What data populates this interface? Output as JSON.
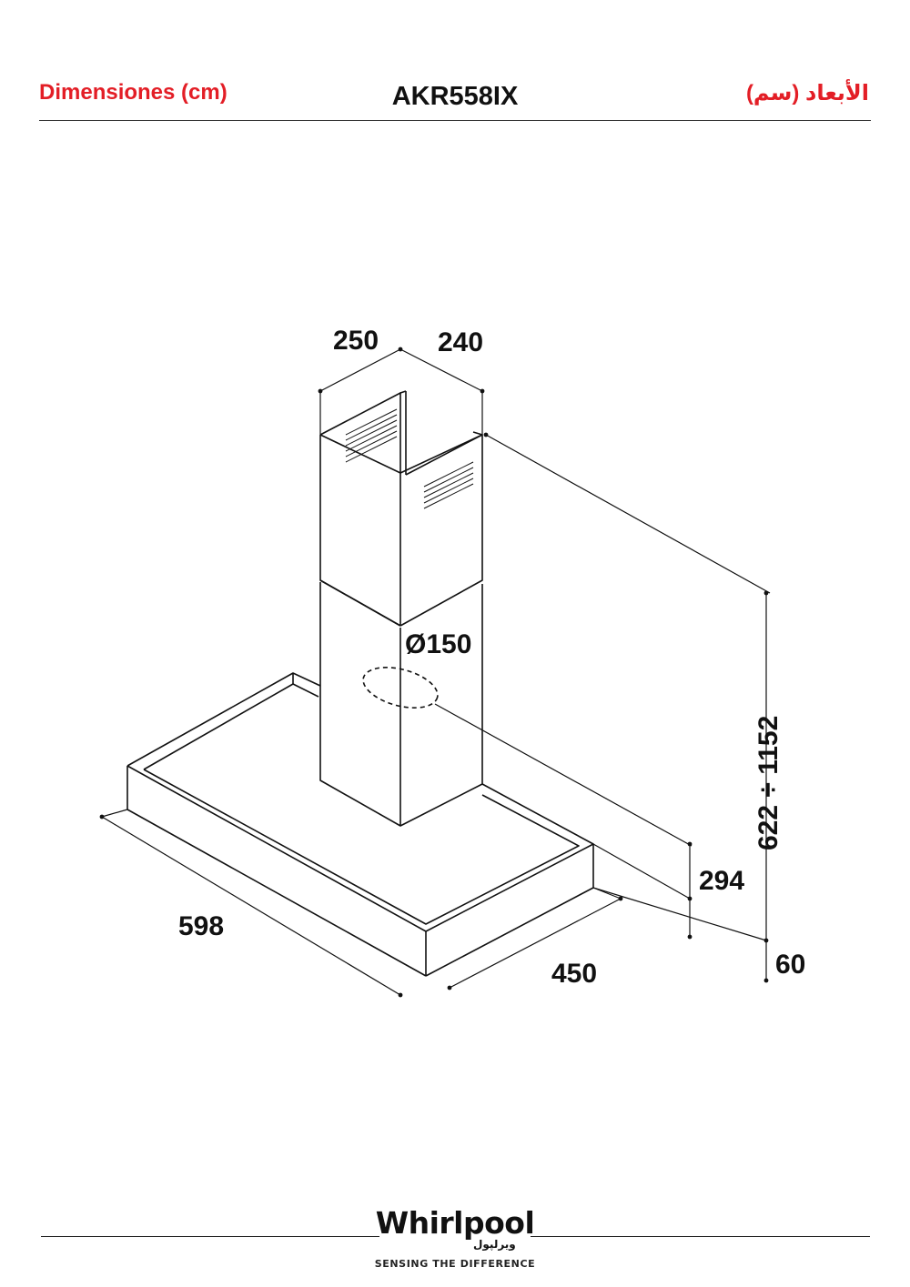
{
  "header": {
    "left_title": "Dimensiones (cm)",
    "model": "AKR558IX",
    "right_title": "الأبعاد (سم)"
  },
  "diagram": {
    "dimensions": {
      "chimney_width": "250",
      "chimney_depth": "240",
      "duct_diameter": "Ø150",
      "total_height": "622 ÷ 1152",
      "body_height": "294",
      "canopy_thickness": "60",
      "width": "598",
      "depth": "450"
    }
  },
  "footer": {
    "brand": "Whirlpool",
    "brand_arabic": "ويرلپول",
    "tagline": "SENSING THE DIFFERENCE"
  },
  "colors": {
    "accent": "#e31e26",
    "ink": "#111111"
  }
}
